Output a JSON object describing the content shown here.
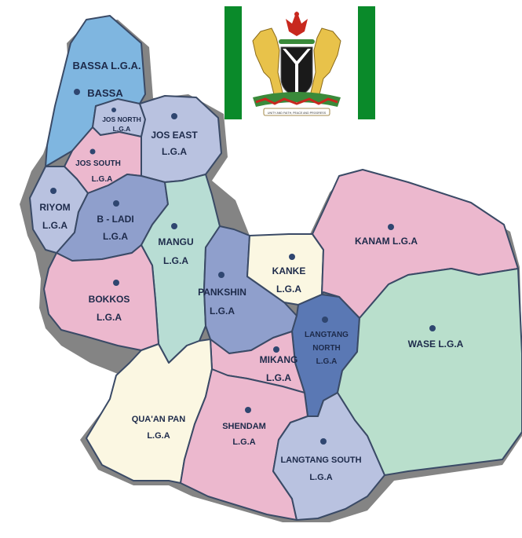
{
  "emblem": {
    "name": "coat-of-arms",
    "flag_green": "#0a8a2a",
    "flag_white": "#ffffff",
    "motto": "UNITY AND FAITH, PEACE AND PROGRESS"
  },
  "colors": {
    "blue": "#7fb6e0",
    "pink": "#ecb8ce",
    "lavender": "#b9c2e0",
    "slate": "#8f9fcc",
    "teal": "#b8ddd4",
    "cream": "#fbf7e2",
    "dark_blue": "#5a78b4",
    "sea": "#b9dfcc",
    "shadow": "#6f6f6f",
    "outline": "#3a4a66"
  },
  "lgas": {
    "bassa": {
      "line1": "BASSA L.G.A.",
      "capital": "BASSA"
    },
    "jos_north": {
      "line1": "JOS NORTH",
      "line2": "L.G.A"
    },
    "jos_east": {
      "line1": "JOS EAST",
      "line2": "L.G.A"
    },
    "jos_south": {
      "line1": "JOS SOUTH",
      "line2": "L.G.A"
    },
    "riyom": {
      "line1": "RIYOM",
      "line2": "L.G.A"
    },
    "barkin_ladi": {
      "line1": "B - LADI",
      "line2": "L.G.A"
    },
    "mangu": {
      "line1": "MANGU",
      "line2": "L.G.A"
    },
    "bokkos": {
      "line1": "BOKKOS",
      "line2": "L.G.A"
    },
    "pankshin": {
      "line1": "PANKSHIN",
      "line2": "L.G.A"
    },
    "kanke": {
      "line1": "KANKE",
      "line2": "L.G.A"
    },
    "kanam": {
      "line1": "KANAM L.G.A"
    },
    "langtang_north": {
      "line1": "LANGTANG",
      "line2": "NORTH",
      "line3": "L.G.A"
    },
    "mikang": {
      "line1": "MIKANG",
      "line2": "L.G.A"
    },
    "wase": {
      "line1": "WASE L.G.A"
    },
    "quaan_pan": {
      "line1": "QUA'AN PAN",
      "line2": "L.G.A"
    },
    "shendam": {
      "line1": "SHENDAM",
      "line2": "L.G.A"
    },
    "langtang_south": {
      "line1": "LANGTANG SOUTH",
      "line2": "L.G.A"
    }
  }
}
